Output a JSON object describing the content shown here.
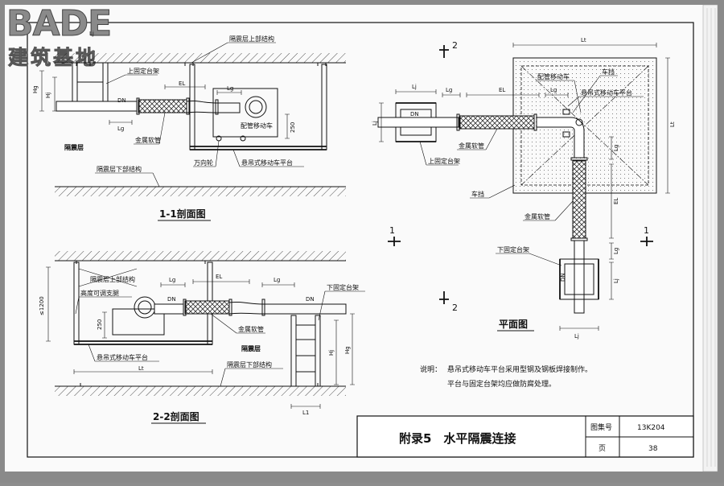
{
  "brand": {
    "name_latin": "BADE",
    "name_cn": "建筑基地"
  },
  "labels": {
    "upper_structure": "隔震层上部结构",
    "lower_structure": "隔震层下部结构",
    "isolation_layer": "隔震层",
    "upper_bracket": "上固定台架",
    "lower_bracket": "下固定台架",
    "pipe_cart": "配管移动车",
    "pipe_cart2": "配管移动车",
    "metal_hose": "金属软管",
    "universal_wheel": "万向轮",
    "platform": "悬吊式移动车平台",
    "platform2": "悬吊式移动车平台",
    "car_stop": "车挡",
    "car_stop2": "车挡",
    "height_support": "高度可调支腿"
  },
  "dims": {
    "Lj": "Lj",
    "Lg": "Lg",
    "EL": "EL",
    "DN": "DN",
    "Hg": "Hg",
    "Hj": "Hj",
    "Lt": "Lt",
    "L1": "L1",
    "d250": "250",
    "d1200": "≤1200"
  },
  "sections": {
    "s11": "1-1剖面图",
    "s22": "2-2剖面图",
    "plan": "平面图"
  },
  "cuts": {
    "c1": "1",
    "c2": "2"
  },
  "note": {
    "prefix": "说明：",
    "line1": "悬吊式移动车平台采用型钢及钢板焊接制作。",
    "line2": "平台与固定台架均应做防腐处理。"
  },
  "titleblock": {
    "title": "附录5　水平隔震连接",
    "atlas_label": "图集号",
    "atlas_no": "13K204",
    "page_label": "页",
    "page_no": "38"
  }
}
